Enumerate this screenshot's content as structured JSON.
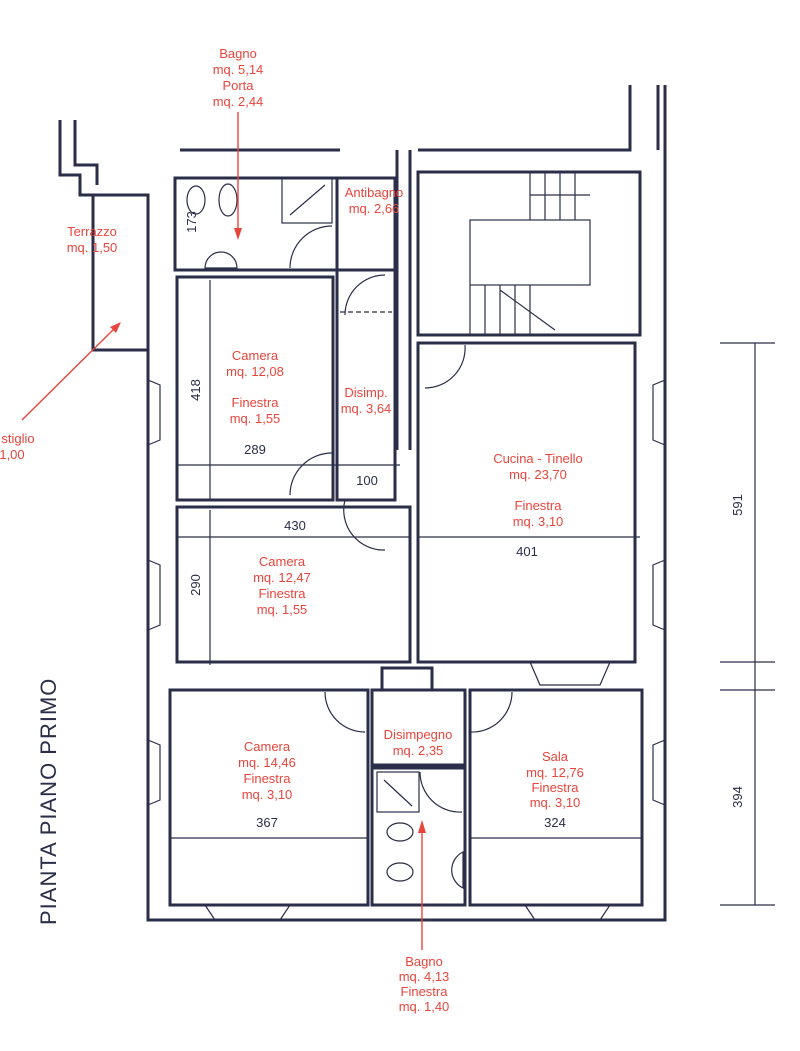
{
  "title": "PIANTA PIANO PRIMO",
  "colors": {
    "label": "#e8453c",
    "walls": "#2a2e48"
  },
  "rooms": {
    "bagno_top": {
      "name": "Bagno",
      "area": "mq. 5,14",
      "porta": "Porta",
      "porta_area": "mq. 2,44"
    },
    "antibagno": {
      "name": "Antibagno",
      "area": "mq. 2,66"
    },
    "terrazzo": {
      "name": "Terrazzo",
      "area": "mq. 1,50"
    },
    "ripostiglio": {
      "name": "stiglio",
      "area": "1,00"
    },
    "camera1": {
      "name": "Camera",
      "area": "mq. 12,08",
      "window": "Finestra",
      "window_area": "mq. 1,55"
    },
    "disimp": {
      "name": "Disimp.",
      "area": "mq. 3,64"
    },
    "cucina": {
      "name": "Cucina - Tinello",
      "area": "mq. 23,70",
      "window": "Finestra",
      "window_area": "mq. 3,10"
    },
    "camera2": {
      "name": "Camera",
      "area": "mq. 12,47",
      "window": "Finestra",
      "window_area": "mq. 1,55"
    },
    "camera3": {
      "name": "Camera",
      "area": "mq. 14,46",
      "window": "Finestra",
      "window_area": "mq. 3,10"
    },
    "disimpegno": {
      "name": "Disimpegno",
      "area": "mq. 2,35"
    },
    "sala": {
      "name": "Sala",
      "area": "mq. 12,76",
      "window": "Finestra",
      "window_area": "mq. 3,10"
    },
    "bagno_bottom": {
      "name": "Bagno",
      "area": "mq. 4,13",
      "window": "Finestra",
      "window_area": "mq. 1,40"
    }
  },
  "dimensions": {
    "d173": "173",
    "d418": "418",
    "d289": "289",
    "d100": "100",
    "d430": "430",
    "d290": "290",
    "d401": "401",
    "d367": "367",
    "d324": "324",
    "d591": "591",
    "d394": "394"
  }
}
